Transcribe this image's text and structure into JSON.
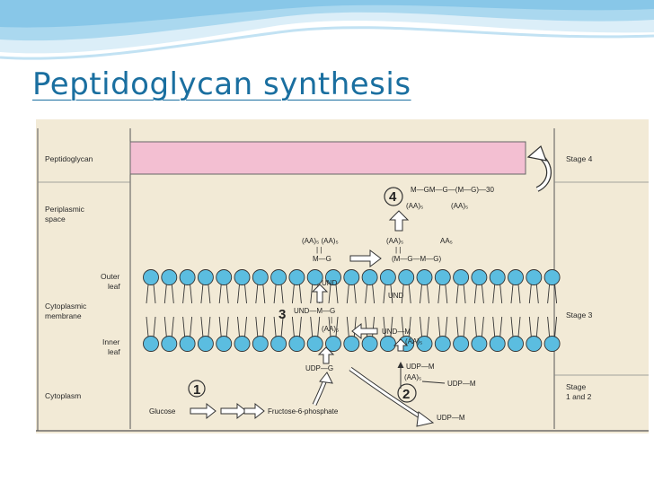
{
  "slide": {
    "title": "Peptidoglycan synthesis"
  },
  "figure": {
    "region_labels": {
      "peptidoglycan": "Peptidoglycan",
      "periplasmic_1": "Periplasmic",
      "periplasmic_2": "space",
      "outer_1": "Outer",
      "outer_2": "leaf",
      "cytoplasmic_1": "Cytoplasmic",
      "cytoplasmic_2": "membrane",
      "inner_1": "Inner",
      "inner_2": "leaf",
      "cytoplasm": "Cytoplasm"
    },
    "stage_labels": {
      "stage4": "Stage 4",
      "stage3": "Stage 3",
      "stage12_1": "Stage",
      "stage12_2": "1 and 2"
    },
    "molecules": {
      "chain_top": "M—GM—G—(M—G)—30",
      "aa5_a": "(AA)₅",
      "aa5_b": "(AA)₅",
      "pair_aa": "(AA)₅ (AA)₅",
      "pair_bars": "|        |",
      "mg": "M—G",
      "right_aa1": "(AA)₅",
      "right_aa2": "AA₅",
      "right_bars": "|            |",
      "mgmg": "(M—G—M—G)",
      "und_top": "UND",
      "und_right": "UND",
      "und_mg": "UND—M—G",
      "bar_mid": "|",
      "aa5_mid": "(AA)₅",
      "und_m": "UND—M",
      "aa5_undm": "(AA)₅",
      "udp_g": "UDP—G",
      "udp_m1": "UDP—M",
      "aa5_udpm": "(AA)₅",
      "udp_m2": "UDP—M",
      "udp_m3": "UDP—M",
      "glucose": "Glucose",
      "fructose": "Fructose-6-phosphate"
    },
    "hand_marks": {
      "one": "1",
      "two": "2",
      "three": "3",
      "four": "4"
    },
    "colors": {
      "wave_light": "#cfe8f5",
      "wave_dark": "#7fc3e6",
      "title": "#1a6fa0",
      "background": "#f2ead6",
      "peptidoglycan_bar": "#f3bfd2",
      "lipid_head": "#5bbde0",
      "arrow_fill": "#ffffff"
    }
  }
}
